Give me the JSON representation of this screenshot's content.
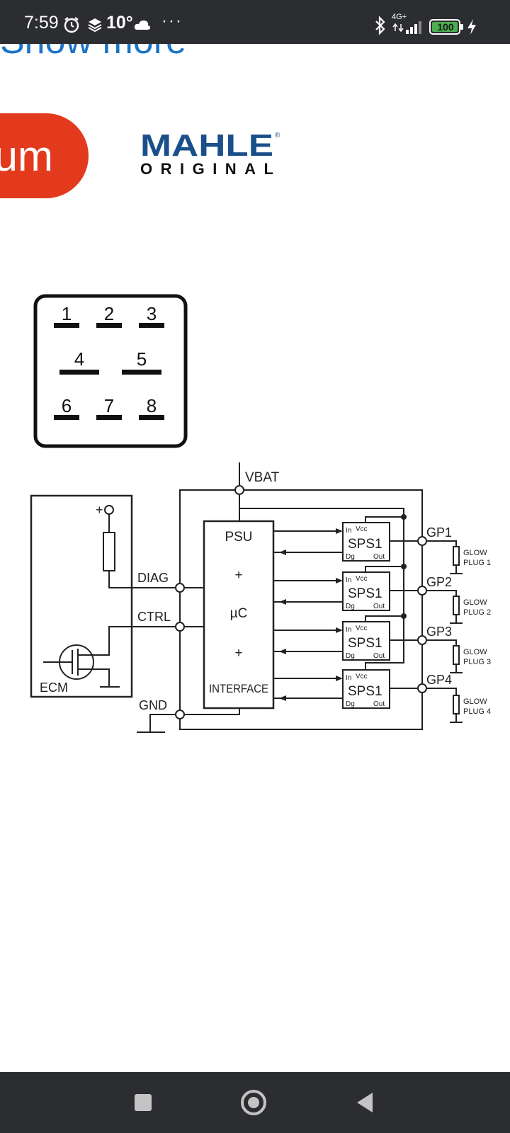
{
  "status_bar": {
    "time": "7:59",
    "temperature": "10°",
    "more": "···",
    "network": "4G+",
    "battery": "100",
    "icons": [
      "alarm-icon",
      "layers-icon",
      "cloud-icon",
      "bluetooth-icon",
      "signal-icon",
      "battery-icon",
      "charging-icon"
    ]
  },
  "page": {
    "show_more_label": "Show more",
    "premium_label": "um"
  },
  "logo": {
    "top": "MAHLE",
    "bottom": "ORIGINAL",
    "registered": "®",
    "color": "#1b4f8a"
  },
  "connector": {
    "pins": [
      "1",
      "2",
      "3",
      "4",
      "5",
      "6",
      "7",
      "8"
    ]
  },
  "schematic": {
    "vbat": "VBAT",
    "ecm": "ECM",
    "plus": "+",
    "diag": "DIAG",
    "ctrl": "CTRL",
    "gnd": "GND",
    "module_psu": "PSU",
    "module_plus": "+",
    "module_uc": "µC",
    "module_interface": "INTERFACE",
    "sps": [
      "SPS1",
      "SPS1",
      "SPS1",
      "SPS1"
    ],
    "sps_in": "In",
    "sps_vcc": "Vcc",
    "sps_dg": "Dg",
    "sps_out": "Out",
    "gp": [
      "GP1",
      "GP2",
      "GP3",
      "GP4"
    ],
    "glow": "GLOW",
    "plug": [
      "PLUG 1",
      "PLUG 2",
      "PLUG 3",
      "PLUG 4"
    ]
  },
  "nav": {
    "recents": "recents",
    "home": "home",
    "back": "back"
  },
  "colors": {
    "bar_bg": "#2c2d31",
    "accent_red": "#e33a1e",
    "link_blue": "#1a73c8",
    "battery_green": "#4caf50"
  }
}
